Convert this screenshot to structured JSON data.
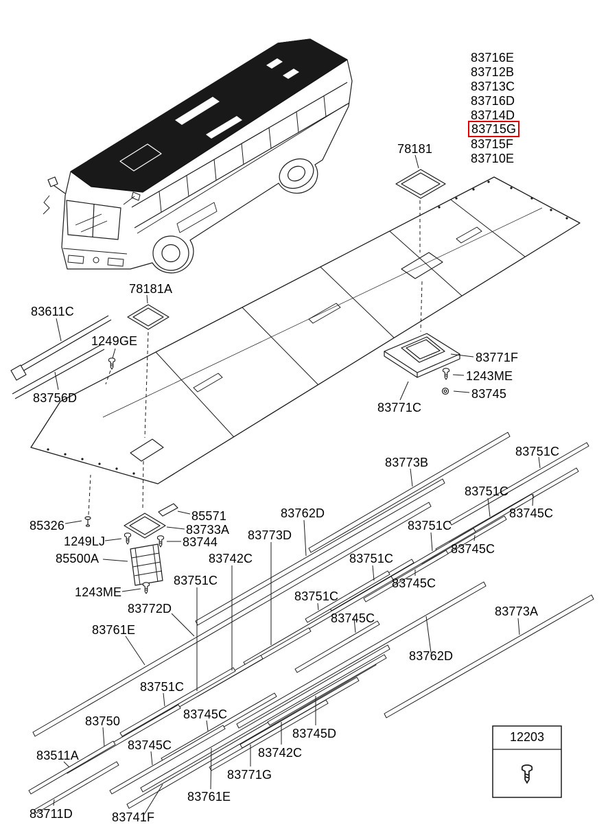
{
  "colors": {
    "highlight": "#e00000",
    "line": "#1a1a1a",
    "background": "#ffffff"
  },
  "highlighted_part": "83715G",
  "labels": [
    {
      "text": "83716E"
    },
    {
      "text": "83712B"
    },
    {
      "text": "83713C"
    },
    {
      "text": "83716D"
    },
    {
      "text": "83714D"
    },
    {
      "text": "83715G",
      "highlighted": true
    },
    {
      "text": "83715F"
    },
    {
      "text": "83710E"
    },
    {
      "text": "78181"
    },
    {
      "text": "78181A"
    },
    {
      "text": "83611C"
    },
    {
      "text": "1249GE"
    },
    {
      "text": "83756D"
    },
    {
      "text": "83771F"
    },
    {
      "text": "1243ME"
    },
    {
      "text": "83745"
    },
    {
      "text": "83771C"
    },
    {
      "text": "83773B"
    },
    {
      "text": "83751C"
    },
    {
      "text": "83745C"
    },
    {
      "text": "83751C"
    },
    {
      "text": "83745C"
    },
    {
      "text": "83751C"
    },
    {
      "text": "83745C"
    },
    {
      "text": "83751C"
    },
    {
      "text": "83745C"
    },
    {
      "text": "83751C"
    },
    {
      "text": "83762D"
    },
    {
      "text": "83773D"
    },
    {
      "text": "83742C"
    },
    {
      "text": "83751C"
    },
    {
      "text": "85571"
    },
    {
      "text": "83733A"
    },
    {
      "text": "83744"
    },
    {
      "text": "85326"
    },
    {
      "text": "1249LJ"
    },
    {
      "text": "85500A"
    },
    {
      "text": "1243ME"
    },
    {
      "text": "83772D"
    },
    {
      "text": "83761E"
    },
    {
      "text": "83773A"
    },
    {
      "text": "83762D"
    },
    {
      "text": "83751C"
    },
    {
      "text": "83745C"
    },
    {
      "text": "83750"
    },
    {
      "text": "83745C"
    },
    {
      "text": "83511A"
    },
    {
      "text": "83711D"
    },
    {
      "text": "83741F"
    },
    {
      "text": "83761E"
    },
    {
      "text": "83771G"
    },
    {
      "text": "83742C"
    },
    {
      "text": "83745D"
    }
  ],
  "legend": {
    "part": "12203"
  }
}
